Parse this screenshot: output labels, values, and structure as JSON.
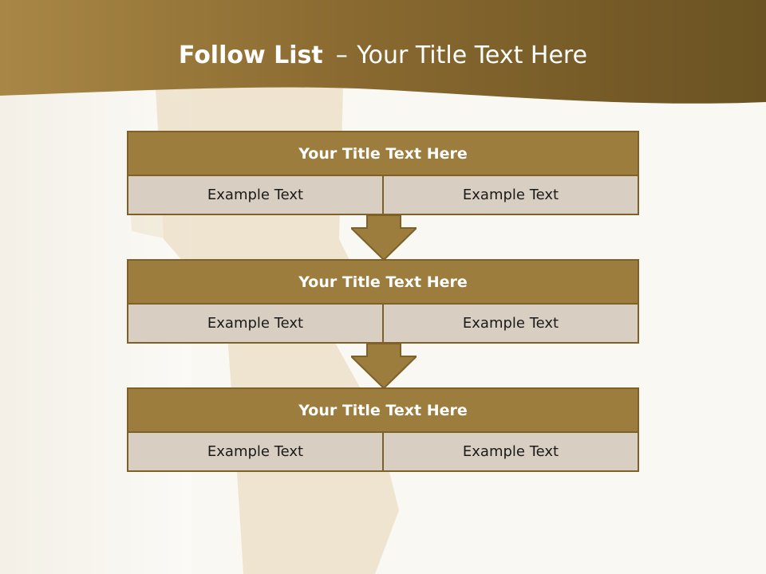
{
  "slide": {
    "title_bold": "Follow List",
    "title_dash": "–",
    "title_rest": "Your Title Text Here"
  },
  "colors": {
    "banner": "#8b6a2e",
    "header_fill": "#9c7d3e",
    "header_border": "#7d6128",
    "cell_fill": "#d8cfc2",
    "arrow_fill": "#9c7d3e"
  },
  "blocks": [
    {
      "title": "Your Title Text Here",
      "left": "Example Text",
      "right": "Example Text"
    },
    {
      "title": "Your Title Text Here",
      "left": "Example Text",
      "right": "Example Text"
    },
    {
      "title": "Your Title Text Here",
      "left": "Example Text",
      "right": "Example Text"
    }
  ],
  "arrows": [
    {
      "icon": "down-arrow-icon"
    },
    {
      "icon": "down-arrow-icon"
    }
  ]
}
